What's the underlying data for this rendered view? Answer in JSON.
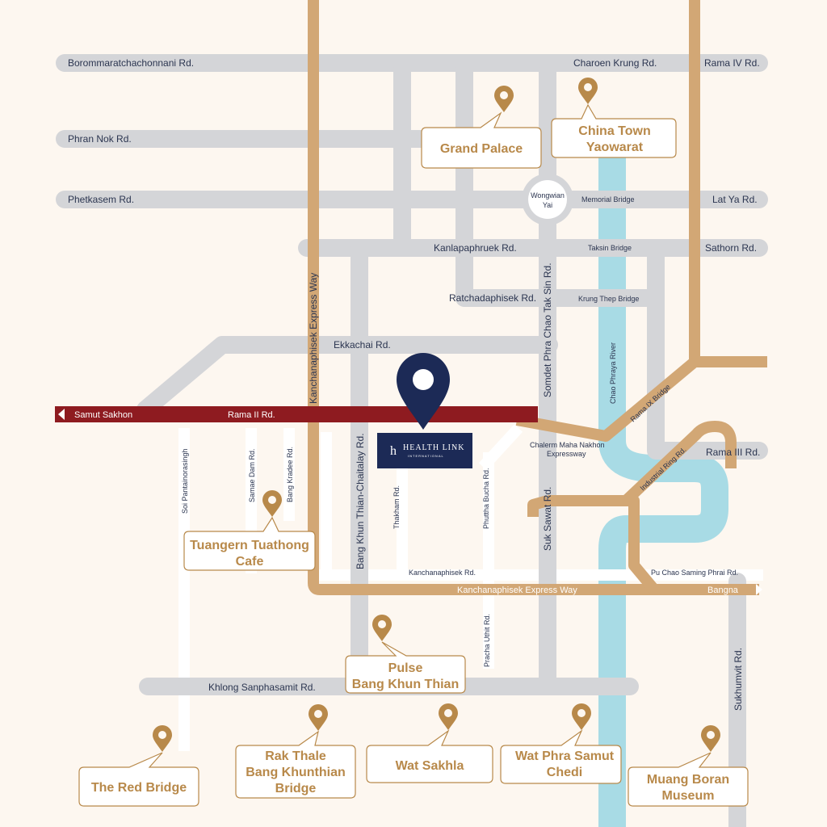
{
  "colors": {
    "background": "#fdf7f0",
    "road_gray": "#d4d5d8",
    "expressway_tan": "#d2a775",
    "rama2_red": "#8e1b20",
    "river_blue": "#a8dbe5",
    "pin_navy": "#1c2a56",
    "poi_gold": "#b8894a"
  },
  "roads": {
    "borommaratchachonnani": "Borommaratchachonnani Rd.",
    "charoen_krung": "Charoen Krung  Rd.",
    "rama_iv": "Rama IV Rd.",
    "phran_nok": "Phran Nok Rd.",
    "phetkasem": "Phetkasem Rd.",
    "wongwian_line1": "Wongwian",
    "wongwian_line2": "Yai",
    "memorial_bridge": "Memorial Bridge",
    "lat_ya": "Lat Ya Rd.",
    "kanlapaphruek": "Kanlapaphruek Rd.",
    "taksin_bridge": "Taksin Bridge",
    "sathorn": "Sathorn Rd.",
    "ratchadaphisek": "Ratchadaphisek Rd.",
    "krung_thep_bridge": "Krung Thep Bridge",
    "ekkachai": "Ekkachai Rd.",
    "kanchanaphisek_expressway_v": "Kanchanaphisek Express Way",
    "somdet_phra": "Somdet Phra Chao Tak Sin Rd.",
    "chao_phraya_river": "Chao Phraya River",
    "rama_ix_bridge": "Rama IX Bridge",
    "samut_sakhon": "Samut Sakhon",
    "rama_ii": "Rama II Rd.",
    "chalerm_line1": "Chalerm Maha Nakhon",
    "chalerm_line2": "Expressway",
    "rama_iii": "Rama III Rd.",
    "industrial_ring": "Industrial Ring Rd.",
    "sai_pantainorasingh": "Soi Pantainorasingh",
    "samae_dam": "Samae Dam Rd.",
    "bang_kradee": "Bang Kradee Rd.",
    "bang_khun_thian_chaitalay": "Bang Khun Thian-Chaitalay Rd.",
    "thakham": "Thakham Rd.",
    "phuttha_bucha": "Phuttha Bucha Rd.",
    "suk_sawat": "Suk Sawat Rd.",
    "kanchanaphisek_rd": "Kanchanaphisek  Rd.",
    "pu_chao": "Pu Chao Saming Phrai Rd.",
    "kanchanaphisek_expressway_h": "Kanchanaphisek Express Way",
    "bangna": "Bangna",
    "pracha_uthit": "Pracha Uthit Rd.",
    "sukhumvit": "Sukhumvit Rd.",
    "khlong_sanphasamit": "Khlong Sanphasamit Rd."
  },
  "destination": {
    "logo_line1": "HEALTH LINK",
    "logo_line2": "INTERNATIONAL",
    "pin_icon": "location-pin-icon"
  },
  "pois": [
    {
      "id": "grand-palace",
      "lines": [
        "Grand Palace"
      ]
    },
    {
      "id": "china-town",
      "lines": [
        "China Town",
        "Yaowarat"
      ]
    },
    {
      "id": "tuangern-cafe",
      "lines": [
        "Tuangern Tuathong",
        "Cafe"
      ]
    },
    {
      "id": "pulse",
      "lines": [
        "Pulse",
        "Bang Khun Thian"
      ]
    },
    {
      "id": "red-bridge",
      "lines": [
        "The Red Bridge"
      ]
    },
    {
      "id": "rak-thale",
      "lines": [
        "Rak Thale",
        "Bang Khunthian",
        "Bridge"
      ]
    },
    {
      "id": "wat-sakhla",
      "lines": [
        "Wat Sakhla"
      ]
    },
    {
      "id": "wat-phra-samut",
      "lines": [
        "Wat Phra Samut",
        "Chedi"
      ]
    },
    {
      "id": "muang-boran",
      "lines": [
        "Muang Boran",
        "Museum"
      ]
    }
  ]
}
